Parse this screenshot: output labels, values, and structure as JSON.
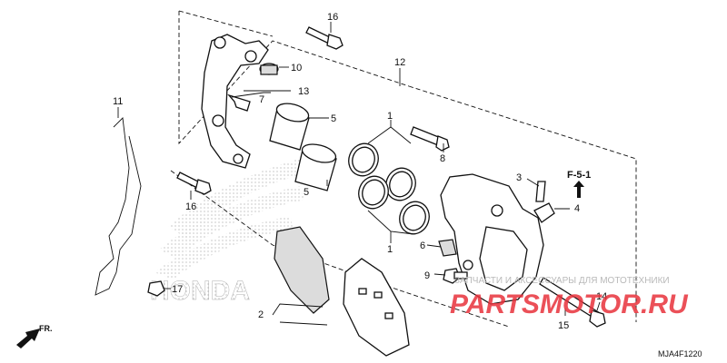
{
  "callouts": {
    "c1a": "1",
    "c1b": "1",
    "c2": "2",
    "c3": "3",
    "c4": "4",
    "c5a": "5",
    "c5b": "5",
    "c6": "6",
    "c7": "7",
    "c8": "8",
    "c9": "9",
    "c10": "10",
    "c11": "11",
    "c12": "12",
    "c13": "13",
    "c14": "14",
    "c15": "15",
    "c16a": "16",
    "c16b": "16",
    "c17": "17"
  },
  "reference": "F-5-1",
  "direction_label": "FR.",
  "diagram_code": "MJA4F1220",
  "watermark": {
    "text": "ЗАПЧАСТИ И АКСЕССУАРЫ ДЛЯ МОТОТЕХНИКИ",
    "logo": "PARTSMOTOR.RU",
    "background_logo": "HONDA"
  },
  "colors": {
    "ink": "#111111",
    "watermark_red": "#e8323c",
    "watermark_grey": "#b9b9b9"
  }
}
